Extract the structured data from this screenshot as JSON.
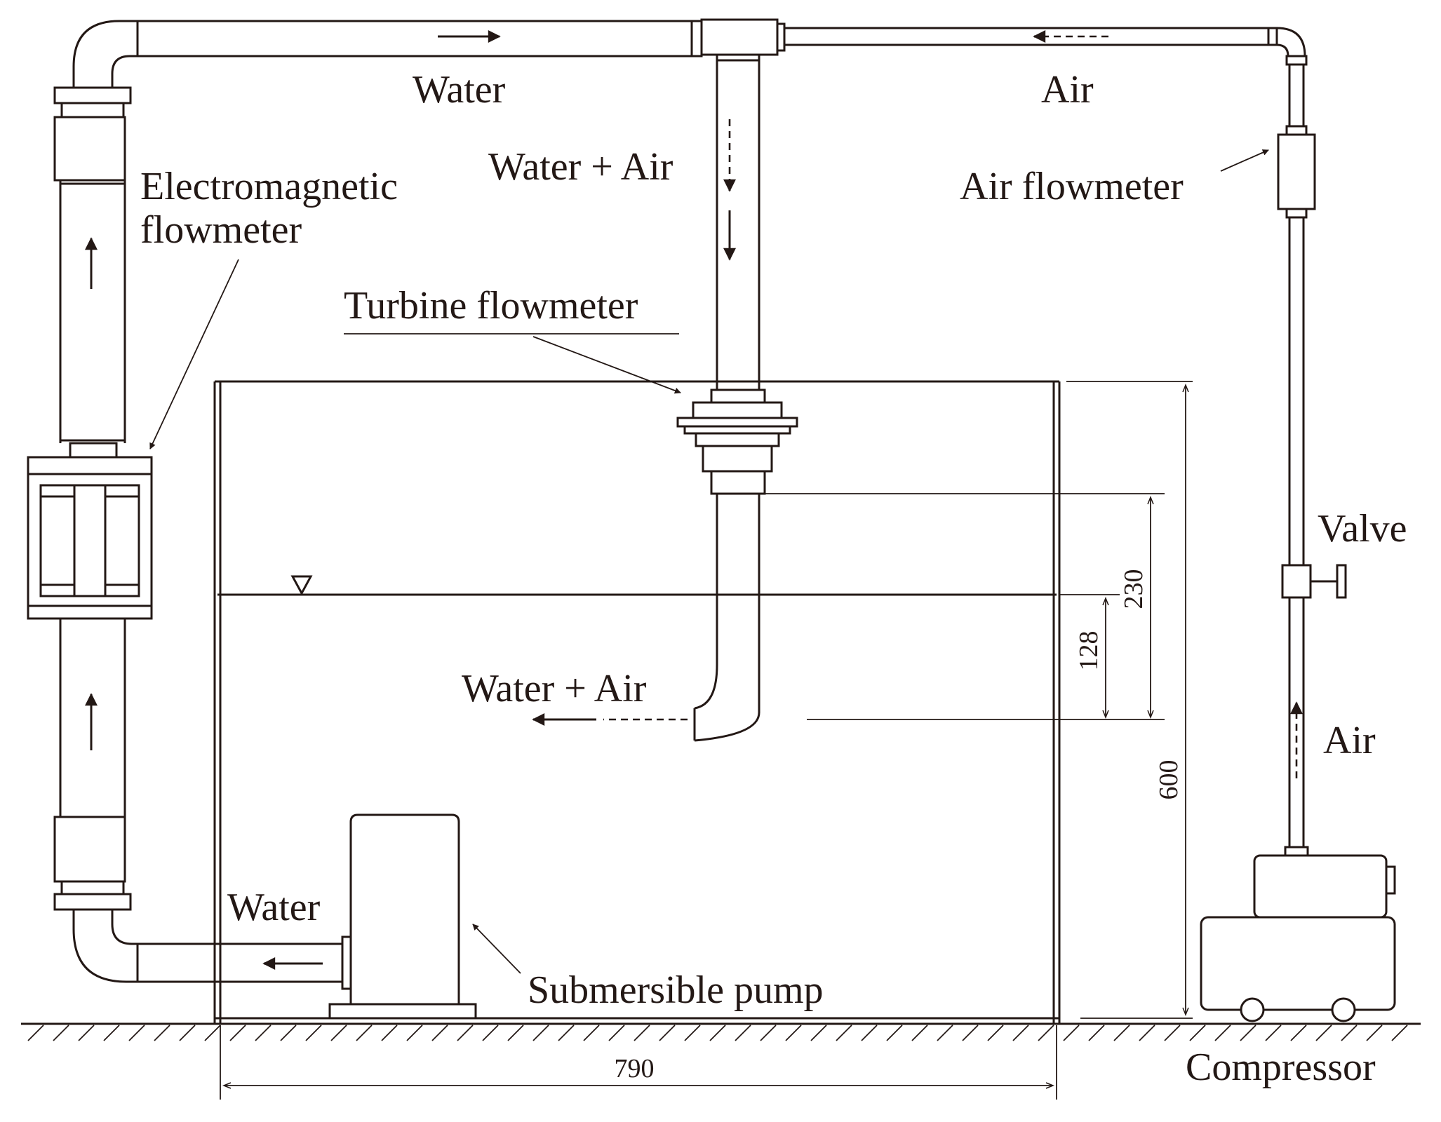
{
  "diagram": {
    "labels": {
      "water_top": "Water",
      "air_top": "Air",
      "water_air_down": "Water + Air",
      "electromagnetic_1": "Electromagnetic",
      "electromagnetic_2": "flowmeter",
      "air_flowmeter": "Air flowmeter",
      "turbine_flowmeter": "Turbine flowmeter",
      "valve": "Valve",
      "air_right": "Air",
      "water_air_out": "Water + Air",
      "water_bottom": "Water",
      "submersible_pump": "Submersible pump",
      "compressor": "Compressor"
    },
    "dimensions": {
      "dim_230": "230",
      "dim_128": "128",
      "dim_600": "600",
      "dim_790": "790"
    }
  }
}
